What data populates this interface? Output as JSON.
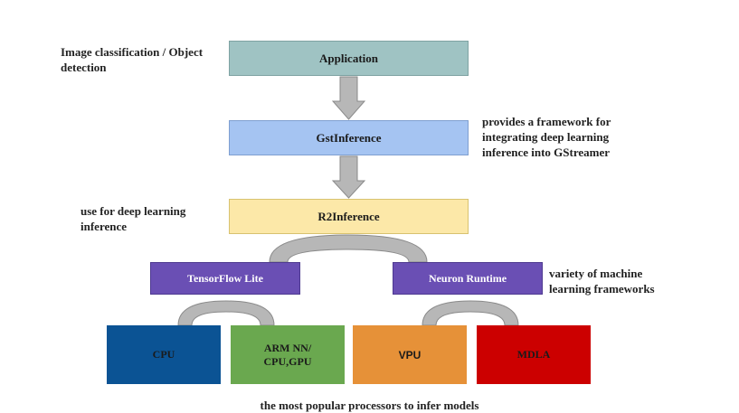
{
  "nodes": {
    "application": {
      "label": "Application",
      "color": "#9fc3c3"
    },
    "gstinference": {
      "label": "GstInference",
      "color": "#a5c4f2"
    },
    "r2inference": {
      "label": "R2Inference",
      "color": "#fce8a8"
    },
    "tflite": {
      "label": "TensorFlow Lite",
      "color": "#6a4fb4"
    },
    "neuron": {
      "label": "Neuron Runtime",
      "color": "#6a4fb4"
    },
    "cpu": {
      "label": "CPU",
      "color": "#0b5394"
    },
    "armnn": {
      "label_line1": "ARM NN/",
      "label_line2": "CPU,GPU",
      "color": "#6aa84f"
    },
    "vpu": {
      "label": "VPU",
      "color": "#e69138"
    },
    "mdla": {
      "label": "MDLA",
      "color": "#cc0000"
    }
  },
  "notes": {
    "application": {
      "line1": "Image classification / Object",
      "line2": "detection"
    },
    "gstinference": {
      "line1": "provides a framework for",
      "line2": "integrating deep learning",
      "line3": "inference into GStreamer"
    },
    "r2inference": {
      "line1": "use for deep learning",
      "line2": "inference"
    },
    "neuron": {
      "line1": "variety of machine",
      "line2": "learning frameworks"
    }
  },
  "footer": {
    "caption": "the most popular processors to infer models"
  },
  "connector_color": "#b7b7b7",
  "connector_stroke_color": "#8a8a8a"
}
